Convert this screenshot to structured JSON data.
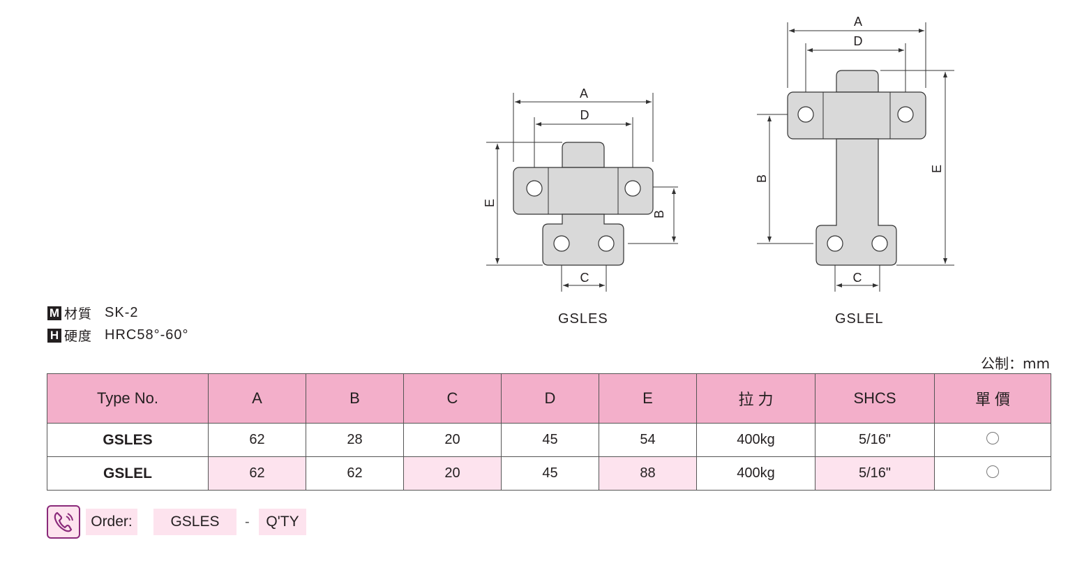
{
  "drawings": [
    {
      "caption": "GSLES",
      "dims": {
        "A": "A",
        "D": "D",
        "E": "E",
        "B": "B",
        "C": "C"
      }
    },
    {
      "caption": "GSLEL",
      "dims": {
        "A": "A",
        "D": "D",
        "E": "E",
        "B": "B",
        "C": "C"
      }
    }
  ],
  "specs": {
    "material": {
      "badge": "M",
      "label": "材質",
      "value": "SK-2"
    },
    "hardness": {
      "badge": "H",
      "label": "硬度",
      "value": "HRC58°-60°"
    }
  },
  "unit_label": "公制：mm",
  "table": {
    "headers": [
      "Type No.",
      "A",
      "B",
      "C",
      "D",
      "E",
      "拉 力",
      "SHCS",
      "單 價"
    ],
    "rows": [
      {
        "type": "GSLES",
        "A": "62",
        "B": "28",
        "C": "20",
        "D": "45",
        "E": "54",
        "force": "400kg",
        "shcs": "5/16\""
      },
      {
        "type": "GSLEL",
        "A": "62",
        "B": "62",
        "C": "20",
        "D": "45",
        "E": "88",
        "force": "400kg",
        "shcs": "5/16\""
      }
    ]
  },
  "order": {
    "label": "Order:",
    "model": "GSLES",
    "separator": "-",
    "qty": "Q'TY",
    "icon": "phone-icon"
  },
  "colors": {
    "header_pink": "#f3afca",
    "row_pink": "#fde3ee",
    "icon_purple": "#8a2a7a"
  }
}
